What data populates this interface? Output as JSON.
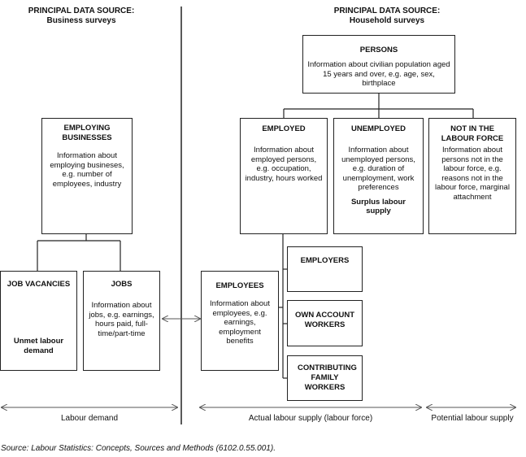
{
  "left_header": {
    "line1": "PRINCIPAL DATA SOURCE:",
    "line2": "Business surveys"
  },
  "right_header": {
    "line1": "PRINCIPAL DATA SOURCE:",
    "line2": "Household surveys"
  },
  "persons": {
    "title": "PERSONS",
    "desc": "Information about civilian population aged 15 years and over, e.g. age, sex, birthplace"
  },
  "employing_businesses": {
    "title": "EMPLOYING BUSINESSES",
    "desc": "Information about employing busineses, e.g. number of employees, industry"
  },
  "employed": {
    "title": "EMPLOYED",
    "desc": "Information about employed persons, e.g. occupation, industry, hours worked"
  },
  "unemployed": {
    "title": "UNEMPLOYED",
    "desc": "Information about unemployed persons, e.g. duration of unemployment, work preferences",
    "note": "Surplus labour supply"
  },
  "not_in_labour_force": {
    "title": "NOT IN THE LABOUR FORCE",
    "desc": "Information about persons not in the labour force, e.g. reasons not in the labour force, marginal attachment"
  },
  "job_vacancies": {
    "title": "JOB VACANCIES",
    "note": "Unmet labour demand"
  },
  "jobs": {
    "title": "JOBS",
    "desc": "Information about jobs, e.g. earnings, hours paid, full-time/part-time"
  },
  "employees": {
    "title": "EMPLOYEES",
    "desc": "Information about employees, e.g. earnings, employment benefits"
  },
  "employers": {
    "title": "EMPLOYERS"
  },
  "own_account_workers": {
    "title": "OWN ACCOUNT WORKERS"
  },
  "contributing_family_workers": {
    "title": "CONTRIBUTING FAMILY WORKERS"
  },
  "bottom_labels": {
    "labour_demand": "Labour demand",
    "actual_supply": "Actual labour supply (labour force)",
    "potential_supply": "Potential labour supply"
  },
  "source": "Source: Labour Statistics: Concepts, Sources and Methods (6102.0.55.001)."
}
